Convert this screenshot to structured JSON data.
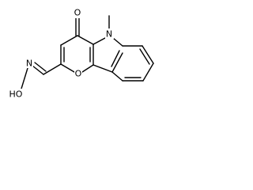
{
  "structure": {
    "atoms": {
      "carbonyl_oxygen": "O",
      "ring_nitrogen": "N",
      "ring_oxygen": "O",
      "oxime_hydroxyl": "HO",
      "oxime_nitrogen": "N"
    }
  }
}
